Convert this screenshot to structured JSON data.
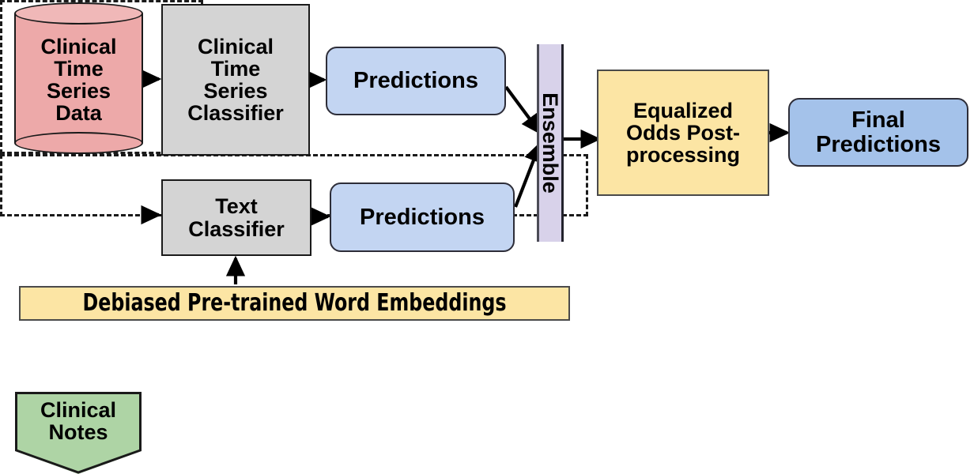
{
  "diagram": {
    "title": "Clinical prediction pipeline with debiasing and equalized odds post-processing",
    "type": "flowchart",
    "colors": {
      "datastore_pink": "#eda9a9",
      "classifier_gray": "#d4d4d4",
      "predictions_blue": "#c3d5f2",
      "final_predictions_blue": "#a4c2ea",
      "ensemble_lavender": "#d8d2ea",
      "notes_green": "#aed4a5",
      "mitigation_yellow": "#fce5a4",
      "outline_black": "#1a1a1a"
    },
    "nodes": {
      "clinical_time_series_data": {
        "label": "Clinical\nTime\nSeries\nData",
        "shape": "cylinder"
      },
      "clinical_time_series_classifier": {
        "label": "Clinical\nTime\nSeries\nClassifier",
        "shape": "rectangle"
      },
      "predictions_top": {
        "label": "Predictions",
        "shape": "rounded-rectangle"
      },
      "ensemble": {
        "label": "Ensemble",
        "shape": "vertical-bar",
        "orientation": "vertical"
      },
      "equalized_odds": {
        "label": "Equalized\nOdds Post-\nprocessing",
        "shape": "rectangle"
      },
      "final_predictions": {
        "label": "Final\nPredictions",
        "shape": "rounded-rectangle"
      },
      "clinical_notes": {
        "label": "Clinical\nNotes",
        "shape": "pentagon-document"
      },
      "text_classifier": {
        "label": "Text\nClassifier",
        "shape": "rectangle"
      },
      "predictions_bottom": {
        "label": "Predictions",
        "shape": "rounded-rectangle"
      },
      "word_embeddings": {
        "label": "Debiased Pre-trained Word Embeddings",
        "shape": "rectangle"
      }
    },
    "groups": {
      "equalized_odds_group": {
        "style": "dashed",
        "label": ""
      },
      "embeddings_group": {
        "style": "dashed",
        "label": ""
      }
    },
    "edges": [
      {
        "from": "clinical_time_series_data",
        "to": "clinical_time_series_classifier"
      },
      {
        "from": "clinical_time_series_classifier",
        "to": "predictions_top"
      },
      {
        "from": "predictions_top",
        "to": "ensemble"
      },
      {
        "from": "clinical_notes",
        "to": "text_classifier"
      },
      {
        "from": "text_classifier",
        "to": "predictions_bottom"
      },
      {
        "from": "predictions_bottom",
        "to": "ensemble"
      },
      {
        "from": "word_embeddings",
        "to": "text_classifier"
      },
      {
        "from": "ensemble",
        "to": "equalized_odds"
      },
      {
        "from": "equalized_odds",
        "to": "final_predictions"
      }
    ]
  }
}
